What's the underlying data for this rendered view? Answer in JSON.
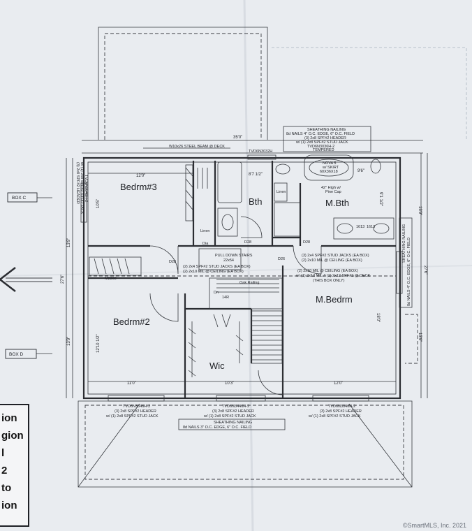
{
  "rooms": {
    "bedrm3": "Bedrm#3",
    "bth": "Bth",
    "mbth": "M.Bth",
    "bedrm2": "Bedrm#2",
    "mbedrm": "M.Bedrm",
    "wic": "Wic",
    "linen": "Linen",
    "linen2": "Linen",
    "dia": "Dia",
    "d28": "D28",
    "d28b": "D28",
    "d28c": "D28",
    "d26": "D26"
  },
  "dimensions": {
    "overall_width": "35'0\"",
    "bedrm3_width": "12'0\"",
    "bedrm3_depth": "10'5\"",
    "bth_width": "8'7 1/2\"",
    "mbth_width": "9'6\"",
    "mbth_depth": "9'1 1/2\"",
    "side_left": "13'9\"",
    "total_depth": "27'6\"",
    "total_depth_right": "27'6\"",
    "side_right": "13'9\"",
    "bedrm2_depth": "12'10 1/2\"",
    "mbedrm_depth": "18'0\"",
    "bedrm2_width": "11'0\"",
    "wic_width": "10'3\"",
    "mbedrm_width": "12'0\"",
    "side_left_lower": "13'9\"",
    "side_right_lower": "13'9\""
  },
  "notes": {
    "sheathing_top_1": "SHEATHING NAILING",
    "sheathing_top_2": "8d NAILS 4\" O.C. EDGE, 6\" O.C. FIELD",
    "header_top_1": "(3) 2x8 SPF#2 HEADER",
    "header_top_2": "w/ (1) 2x8 SPF#2 STUD JACK",
    "header_top_3": "TVD6N3036H-2",
    "tempered": "TEMPERED",
    "steel_beam": "W10x26 STEEL BEAM @ DECK",
    "window_top": "TVD6N3032H",
    "tub_1": "NOVA 5",
    "tub_2": "w/ SKIRT",
    "tub_3": "60X36X18",
    "pine_cap_1": "42\" High w/",
    "pine_cap_2": "Pine Cap",
    "pull_down": "PULL DOWN STAIRS",
    "pull_down_2": "22x54",
    "jacks_left_1": "(2) 2x4 SPF#2 STUD JACKS (EA BOX)",
    "jacks_left_2": "(2) 2x10 MIL @ CEILING (EA BOX)",
    "jacks_right_1": "(3) 2x4 SPF#2 STUD JACKS (EA BOX)",
    "jacks_right_2": "(2) 2x10 MIL @ CEILING (EA BOX)",
    "lvl_1": "(2) 2x10 MIL @ CEILING (EA BOX)",
    "lvl_2": "w/ (1) 2x12 MIL // (1) 2x12 SPF#2 @ DECK",
    "lvl_3": "(THIS BOX ONLY)",
    "rail": "Oak Railing",
    "dn": "Dn",
    "dn_steps": "14R",
    "m2360": "M2360",
    "left_header_1": "(3) 2x8 SPF#2 HEADER",
    "left_header_2": "w/ (1) 2x8 SPF#2 STUD JACK",
    "left_header_3": "TVD6N3046H-2",
    "right_sheathing_1": "SHEATHING NAILING",
    "right_sheathing_2": "8d NAILS 4\" O.C. EDGE, 6\" O.C. FIELD",
    "sink_1": "1613",
    "sink_2": "1613",
    "bottom_win_1": "TVD6N3046H-2",
    "bottom_win_1a": "(3) 2x8 SPF#2 HEADER",
    "bottom_win_1b": "w/ (1) 2x8 SPF#2 STUD JACK",
    "bottom_win_2": "TVD6N3446H-2",
    "bottom_win_2a": "(3) 2x8 SPF#2 HEADER",
    "bottom_win_2b": "w/ (1) 2x8 SPF#2 STUD JACK",
    "bottom_win_3": "TVD6N3046H-2",
    "bottom_win_3a": "(3) 2x8 SPF#2 HEADER",
    "bottom_win_3b": "w/ (1) 2x8 SPF#2 STUD JACK",
    "sheathing_bottom_1": "SHEATHING NAILING",
    "sheathing_bottom_2": "8d NAILS 3\" O.C. EDGE, 6\" O.C. FIELD"
  },
  "tags": {
    "box_c": "BOX C",
    "box_d": "BOX D"
  },
  "stamp": {
    "line1": "ion",
    "line2": "gion",
    "line3": "l",
    "line4": "2",
    "line5": "to",
    "line6": "ion"
  },
  "copyright": "©SmartMLS, Inc. 2021",
  "colors": {
    "paper": "#e9ecf0",
    "ink": "#2a2c31"
  }
}
